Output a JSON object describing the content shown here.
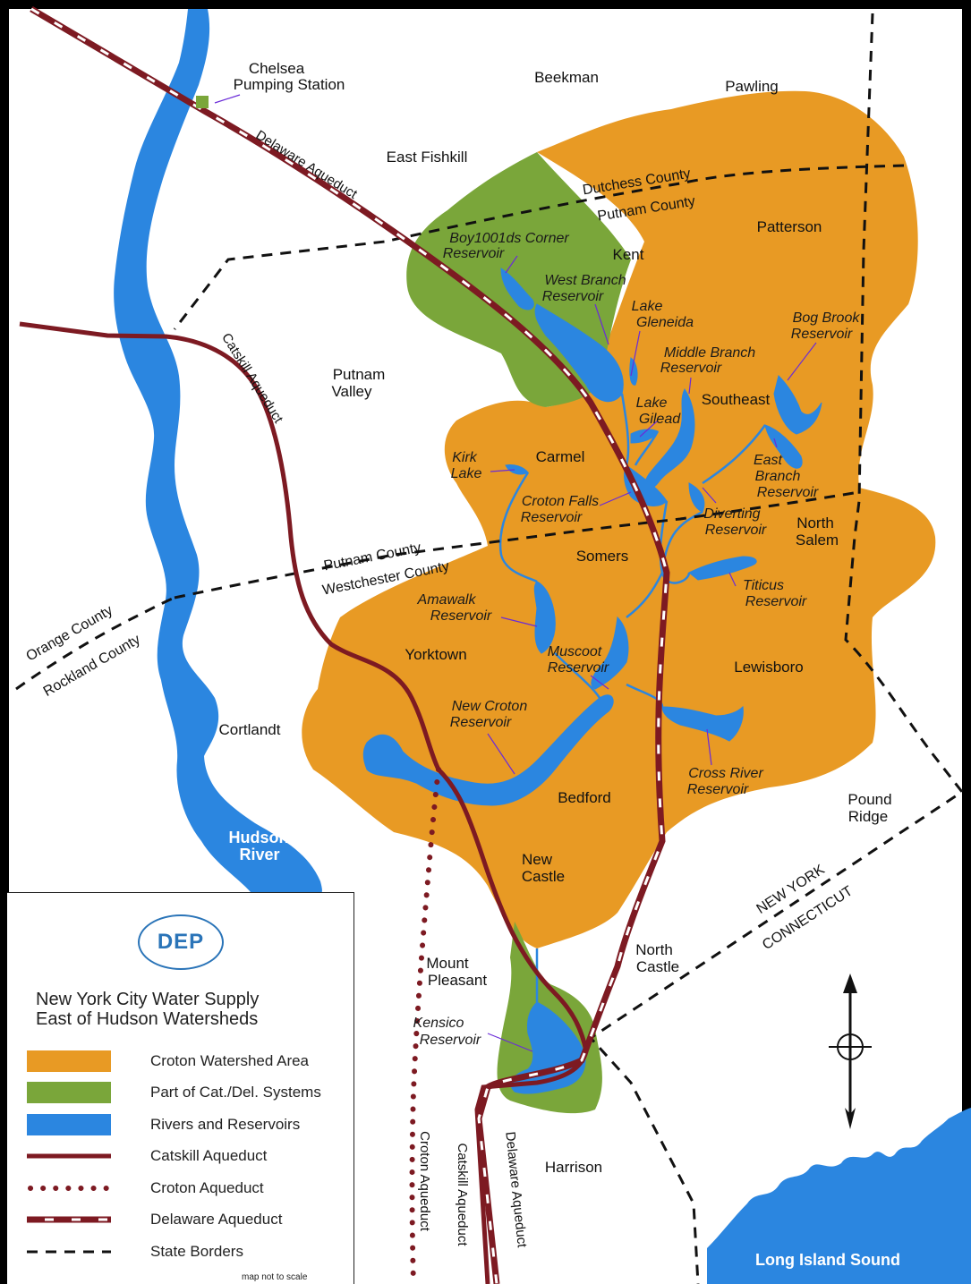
{
  "places": {
    "beekman": "Beekman",
    "pawling": "Pawling",
    "east_fishkill": "East Fishkill",
    "patterson": "Patterson",
    "kent": "Kent",
    "putnam_valley_1": "Putnam",
    "putnam_valley_2": "Valley",
    "carmel": "Carmel",
    "southeast": "Southeast",
    "north_salem_1": "North",
    "north_salem_2": "Salem",
    "somers": "Somers",
    "yorktown": "Yorktown",
    "lewisboro": "Lewisboro",
    "cortlandt": "Cortlandt",
    "bedford": "Bedford",
    "pound_ridge_1": "Pound",
    "pound_ridge_2": "Ridge",
    "new_castle_1": "New",
    "new_castle_2": "Castle",
    "north_castle_1": "North",
    "north_castle_2": "Castle",
    "mount_pleasant_1": "Mount",
    "mount_pleasant_2": "Pleasant",
    "harrison": "Harrison",
    "chelsea_1": "Chelsea",
    "chelsea_2": "Pumping Station"
  },
  "reservoirs": {
    "boyds_1": "Boy1001ds Corner",
    "boyds_2": "Reservoir",
    "west_branch_1": "West Branch",
    "west_branch_2": "Reservoir",
    "gleneida_1": "Lake",
    "gleneida_2": "Gleneida",
    "middle_branch_1": "Middle Branch",
    "middle_branch_2": "Reservoir",
    "bog_brook_1": "Bog Brook",
    "bog_brook_2": "Reservoir",
    "gilead_1": "Lake",
    "gilead_2": "Gilead",
    "kirk_1": "Kirk",
    "kirk_2": "Lake",
    "east_branch_1": "East",
    "east_branch_2": "Branch",
    "east_branch_3": "Reservoir",
    "croton_falls_1": "Croton Falls",
    "croton_falls_2": "Reservoir",
    "diverting_1": "Diverting",
    "diverting_2": "Reservoir",
    "titicus_1": "Titicus",
    "titicus_2": "Reservoir",
    "amawalk_1": "Amawalk",
    "amawalk_2": "Reservoir",
    "muscoot_1": "Muscoot",
    "muscoot_2": "Reservoir",
    "new_croton_1": "New Croton",
    "new_croton_2": "Reservoir",
    "cross_river_1": "Cross River",
    "cross_river_2": "Reservoir",
    "kensico_1": "Kensico",
    "kensico_2": "Reservoir"
  },
  "counties": {
    "dutchess": "Dutchess County",
    "putnam_top": "Putnam County",
    "putnam_bottom": "Putnam County",
    "westchester": "Westchester County",
    "orange": "Orange County",
    "rockland": "Rockland County"
  },
  "states": {
    "new_york": "NEW YORK",
    "connecticut": "CONNECTICUT"
  },
  "aqueducts": {
    "delaware_top": "Delaware Aqueduct",
    "catskill_top": "Catskill Aqueduct",
    "croton_bottom": "Croton Aqueduct",
    "catskill_bottom": "Catskill Aqueduct",
    "delaware_bottom": "Delaware Aqueduct"
  },
  "water": {
    "hudson_1": "Hudson",
    "hudson_2": "River",
    "long_island_sound": "Long Island Sound"
  },
  "legend": {
    "logo": "DEP",
    "title_1": "New York City Water Supply",
    "title_2": "East of Hudson Watersheds",
    "items": [
      {
        "label": "Croton Watershed Area",
        "color": "#e89a24",
        "kind": "fill"
      },
      {
        "label": "Part of Cat./Del. Systems",
        "color": "#7aa63a",
        "kind": "fill"
      },
      {
        "label": "Rivers and Reservoirs",
        "color": "#2b86e0",
        "kind": "fill"
      },
      {
        "label": "Catskill Aqueduct",
        "color": "#7d1a22",
        "kind": "solid"
      },
      {
        "label": "Croton Aqueduct",
        "color": "#7d1a22",
        "kind": "dotted"
      },
      {
        "label": "Delaware Aqueduct",
        "color": "#7d1a22",
        "kind": "delaware"
      },
      {
        "label": "State Borders",
        "color": "#111111",
        "kind": "dashed"
      }
    ],
    "scale_note": "map not to scale"
  },
  "colors": {
    "croton": "#e89a24",
    "catdel": "#7aa63a",
    "water": "#2b86e0",
    "aqueduct": "#7d1a22"
  }
}
